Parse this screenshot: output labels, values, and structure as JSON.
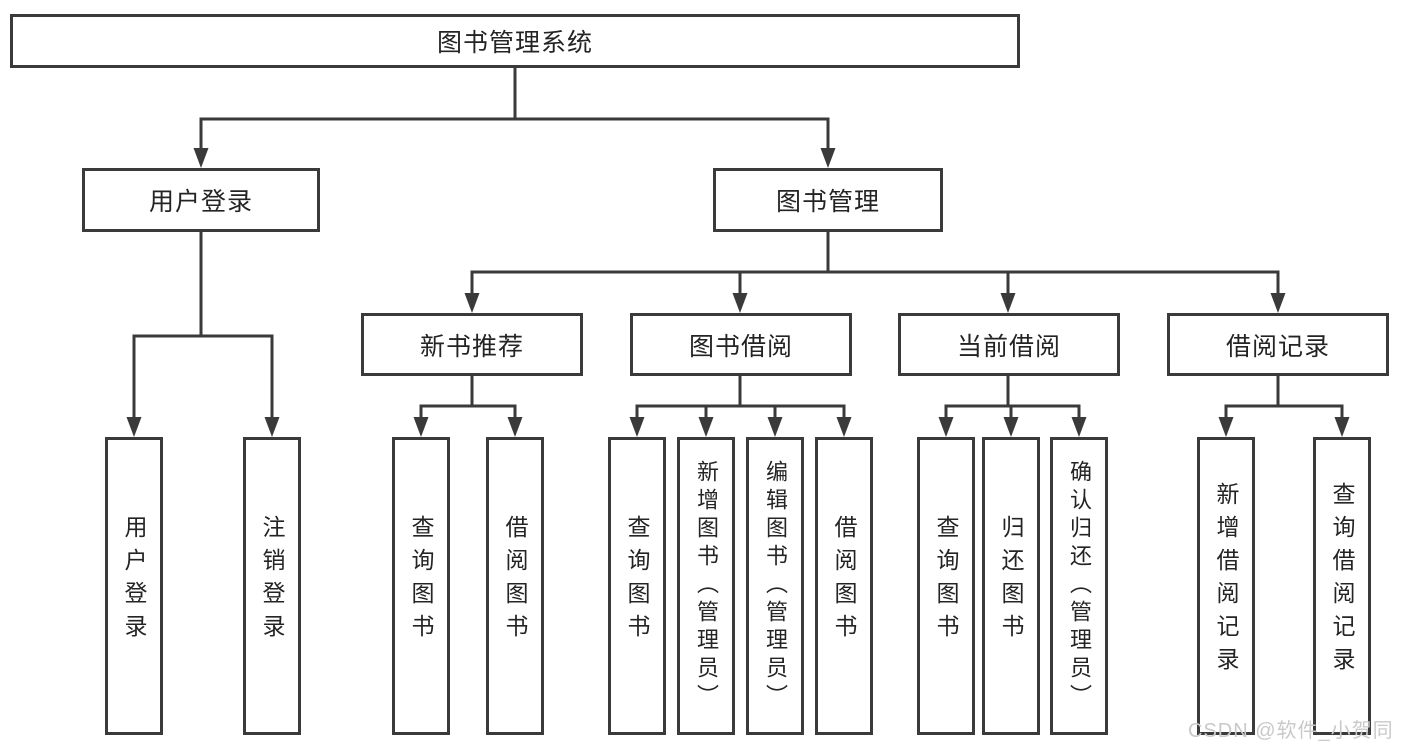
{
  "diagram": {
    "root_label": "图书管理系统",
    "branches": [
      {
        "label": "用户登录",
        "children": [
          "用户登录",
          "注销登录"
        ]
      },
      {
        "label": "图书管理",
        "groups": [
          {
            "label": "新书推荐",
            "children": [
              "查询图书",
              "借阅图书"
            ]
          },
          {
            "label": "图书借阅",
            "children": [
              "查询图书",
              "新增图书（管理员）",
              "编辑图书（管理员）",
              "借阅图书"
            ]
          },
          {
            "label": "当前借阅",
            "children": [
              "查询图书",
              "归还图书",
              "确认归还（管理员）"
            ]
          },
          {
            "label": "借阅记录",
            "children": [
              "新增借阅记录",
              "查询借阅记录"
            ]
          }
        ]
      }
    ]
  },
  "watermark": {
    "text": "CSDN @软件_小贺同学"
  },
  "colors": {
    "line": "#3a3a3a",
    "text": "#242424",
    "watermark": "#c9c9c9"
  }
}
